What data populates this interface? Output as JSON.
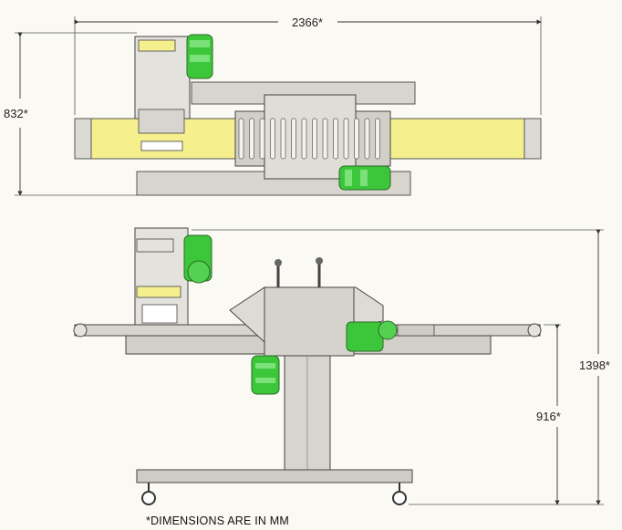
{
  "dimensions": {
    "width_label": "2366*",
    "depth_label": "832*",
    "height_total_label": "1398*",
    "height_belt_label": "916*"
  },
  "note": "*DIMENSIONS ARE IN MM",
  "colors": {
    "belt_yellow": "#f5ef8e",
    "frame_gray": "#d6d3cd",
    "motor_green": "#3cc63a",
    "line": "#3b3b3b",
    "background": "#fbf9f4"
  }
}
